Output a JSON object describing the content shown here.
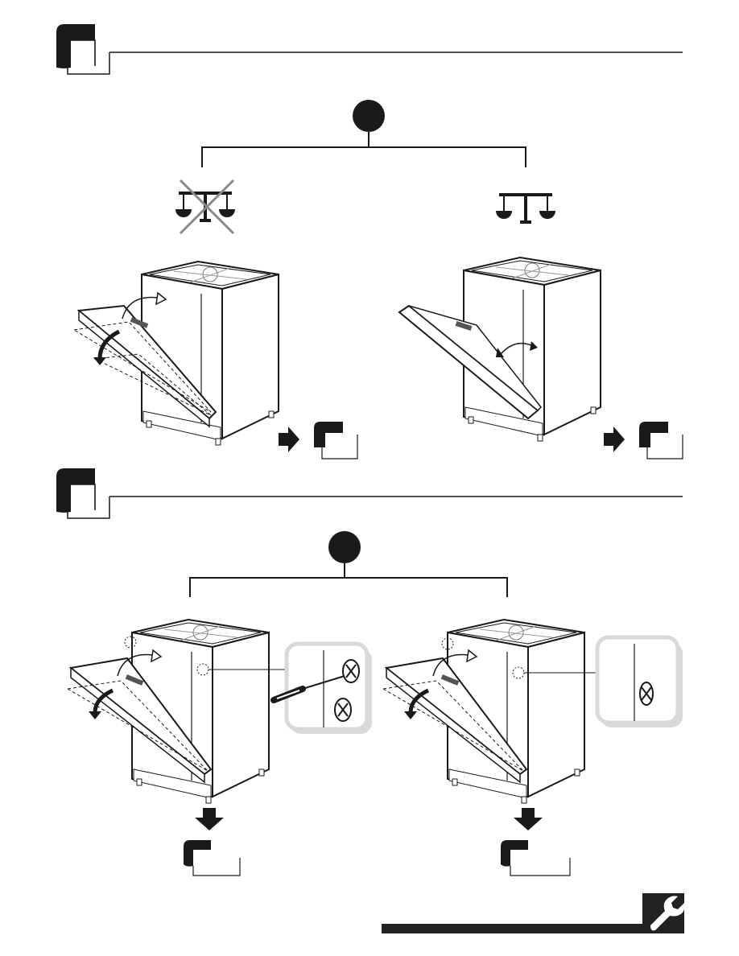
{
  "page": {
    "kind": "installation-manual-page",
    "text_content": []
  },
  "sections": [
    {
      "id": "step-1",
      "tree_root": "black-circle-marker",
      "branches": [
        {
          "side": "left",
          "symbol": "balance-scale-icon",
          "crossed_out": true,
          "illustration": "dishwasher-door-opening-unbalanced",
          "next": "arrow-right-to-step-box"
        },
        {
          "side": "right",
          "symbol": "balance-scale-icon",
          "crossed_out": false,
          "illustration": "dishwasher-door-balanced-angle",
          "next": "arrow-right-to-step-box"
        }
      ]
    },
    {
      "id": "step-2",
      "tree_root": "black-circle-marker",
      "branches": [
        {
          "side": "left",
          "illustration": "dishwasher-door-adjust-spring",
          "detail": "screwdriver-spring-screw-detail",
          "next": "arrow-down-to-step-box"
        },
        {
          "side": "right",
          "illustration": "dishwasher-door-adjusted",
          "detail": "spring-screw-detail",
          "next": "arrow-down-to-step-box"
        }
      ]
    }
  ],
  "footer": {
    "icon": "wrench-icon",
    "colors": {
      "bar": "#222222",
      "icon_bg": "#222222",
      "icon_fg": "#ffffff"
    }
  },
  "colors": {
    "ink": "#1a1a1a",
    "cross": "#8a8a8a",
    "detail_bg": "#d9d9d9"
  }
}
